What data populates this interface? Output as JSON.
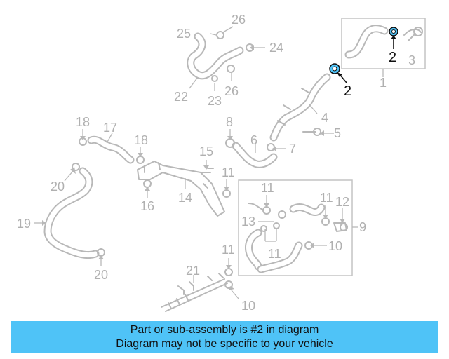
{
  "callouts": {
    "c1": "1",
    "c2a": "2",
    "c2b": "2",
    "c3": "3",
    "c4": "4",
    "c5": "5",
    "c6": "6",
    "c7": "7",
    "c8": "8",
    "c9": "9",
    "c10a": "10",
    "c10b": "10",
    "c11a": "11",
    "c11b": "11",
    "c11c": "11",
    "c11d": "11",
    "c11e": "11",
    "c12": "12",
    "c13": "13",
    "c14": "14",
    "c15": "15",
    "c16": "16",
    "c17": "17",
    "c18a": "18",
    "c18b": "18",
    "c19": "19",
    "c20a": "20",
    "c20b": "20",
    "c21": "21",
    "c22": "22",
    "c23": "23",
    "c24": "24",
    "c25": "25",
    "c26a": "26",
    "c26b": "26"
  },
  "highlight": {
    "part_number": "2",
    "color": "#4fc3f7"
  },
  "banner": {
    "line1": "Part or sub-assembly is #2 in diagram",
    "line2": "Diagram may not be specific to your vehicle",
    "background": "#4fc3f7"
  }
}
